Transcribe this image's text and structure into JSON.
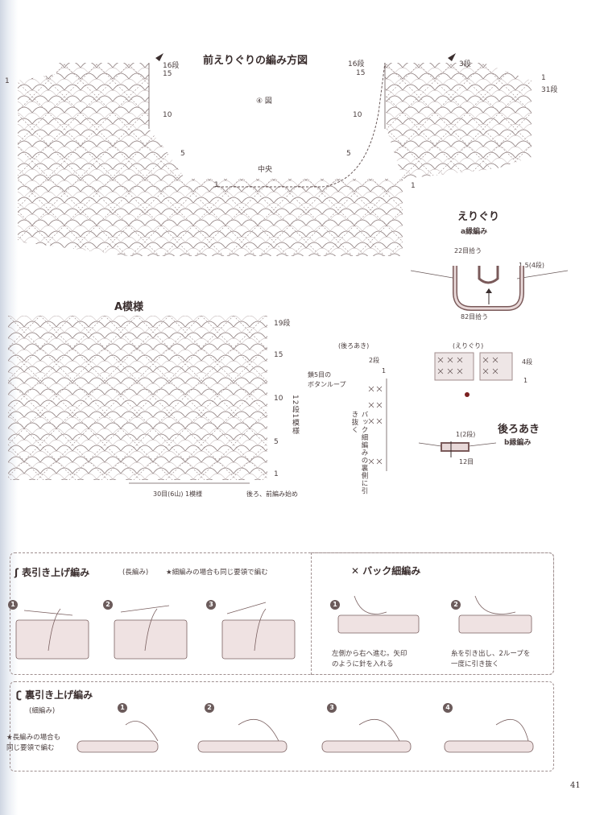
{
  "neck_chart": {
    "title": "前えりぐりの編み方図",
    "figure_no": "④ 図",
    "center": "中央",
    "left_rows": [
      "16段",
      "15",
      "10",
      "5"
    ],
    "right_rows": [
      "16段",
      "15",
      "10",
      "5"
    ],
    "outer_right": [
      "3段",
      "1",
      "31段",
      "1"
    ],
    "left_edge": "1",
    "center_row_start": "1"
  },
  "pattern_a": {
    "title": "A模様",
    "rows": [
      "19段",
      "15",
      "10",
      "5",
      "1"
    ],
    "repeat_rows": "12段1模様",
    "repeat_sts": "30目(6山) 1模様",
    "start_note": "後ろ、前編み始め"
  },
  "back_opening_detail": {
    "title": "(後ろあき)",
    "rows_label": "2段",
    "row_marker": "1",
    "loop_label": "鎖5目の\nボタンループ",
    "vertical_note": "バック細編みの裏側に引き抜く"
  },
  "collar": {
    "title": "えりぐり",
    "subtitle": "a縁編み",
    "pick_top": "22目拾う",
    "pick_bottom": "82目拾う",
    "side": "1.5(4段)",
    "detail_title": "(えりぐり)",
    "detail_rows": [
      "4段",
      "1"
    ]
  },
  "back_opening": {
    "title": "後ろあき",
    "subtitle": "b縁編み",
    "top": "1(2段)",
    "bottom": "12目"
  },
  "technique_front_post": {
    "title": "表引き上げ編み",
    "sub": "(長編み)",
    "note": "★細編みの場合も同じ要領で編む",
    "steps": [
      "1",
      "2",
      "3"
    ]
  },
  "technique_back_sc": {
    "title": "バック細編み",
    "steps": [
      "1",
      "2"
    ],
    "caption1": "左側から右へ進む。矢印\nのように針を入れる",
    "caption2": "糸を引き出し、2ループを\n一度に引き抜く"
  },
  "technique_back_post": {
    "title": "裏引き上げ編み",
    "sub": "(細編み)",
    "note": "★長編みの場合も\n同じ要領で編む",
    "steps": [
      "1",
      "2",
      "3",
      "4"
    ]
  },
  "page_number": "41"
}
